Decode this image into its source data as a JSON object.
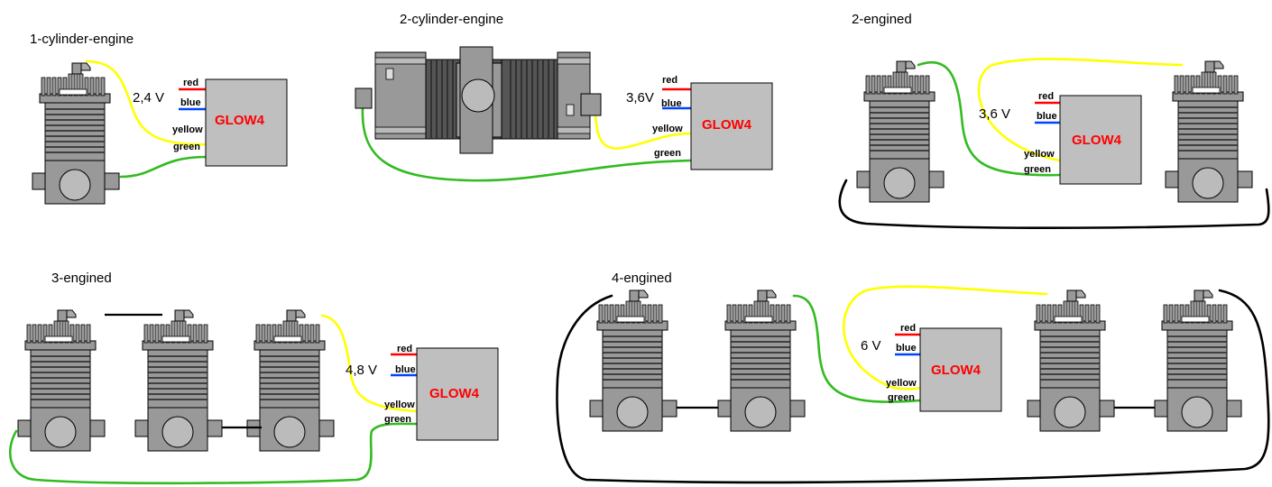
{
  "diagrams": {
    "one_cylinder": {
      "title": "1-cylinder-engine",
      "voltage": "2,4 V",
      "unit": "GLOW4"
    },
    "two_cylinder": {
      "title": "2-cylinder-engine",
      "voltage": "3,6V",
      "unit": "GLOW4"
    },
    "two_engined": {
      "title": "2-engined",
      "voltage": "3,6 V",
      "unit": "GLOW4"
    },
    "three_engined": {
      "title": "3-engined",
      "voltage": "4,8 V",
      "unit": "GLOW4"
    },
    "four_engined": {
      "title": "4-engined",
      "voltage": "6 V",
      "unit": "GLOW4"
    }
  },
  "wire_labels": {
    "red": "red",
    "blue": "blue",
    "yellow": "yellow",
    "green": "green"
  },
  "colors": {
    "wire_red": "#ff0000",
    "wire_blue": "#0044ff",
    "wire_yellow": "#ffff00",
    "wire_green": "#33bb22",
    "wire_black": "#000000",
    "engine_gray": "#999999",
    "box_gray": "#bfbfbf",
    "glow_text": "#ff0000"
  }
}
